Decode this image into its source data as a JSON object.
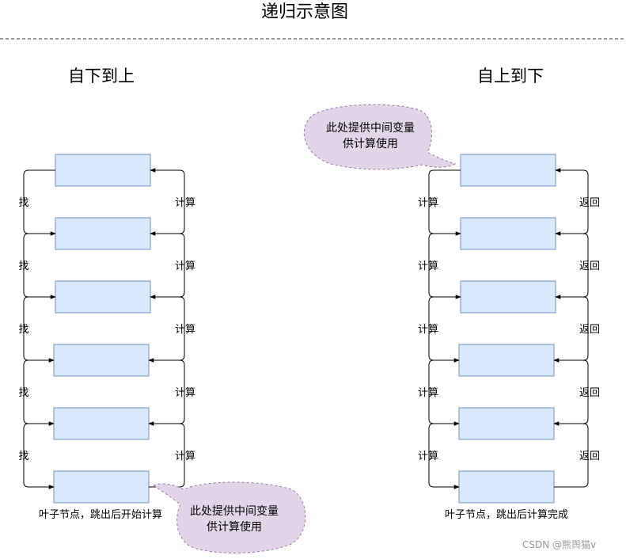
{
  "title": "递归示意图",
  "left": {
    "heading": "自下到上",
    "down_label": "找",
    "up_label": "计算",
    "caption": "叶子节点，跳出后开始计算",
    "note": [
      "此处提供中间变量",
      "供计算使用"
    ]
  },
  "right": {
    "heading": "自上到下",
    "down_label": "计算",
    "up_label": "返回",
    "caption": "叶子节点，跳出后计算完成",
    "note": [
      "此处提供中间变量",
      "供计算使用"
    ]
  },
  "watermark": "CSDN @熊舆猫v",
  "colors": {
    "box_fill": "#dae8fc",
    "box_stroke": "#6c8ebf",
    "bubble_fill": "#e1d5e7",
    "bubble_stroke": "#9673a6"
  }
}
